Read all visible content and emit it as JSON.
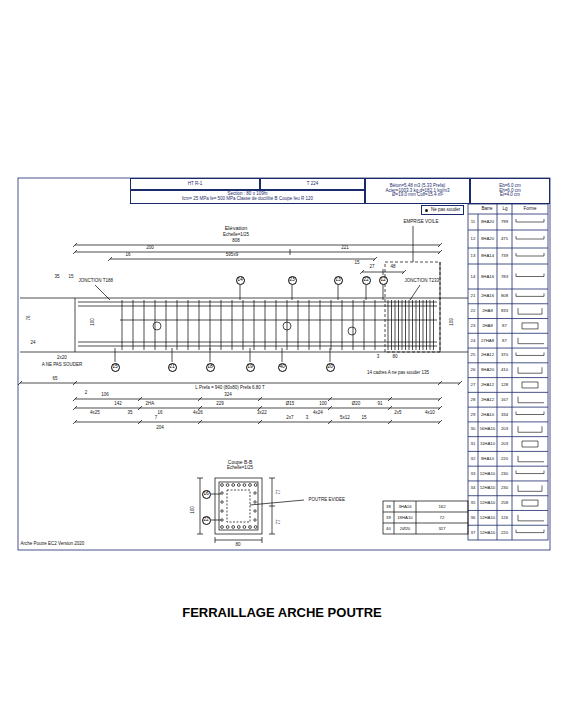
{
  "diagram": {
    "caption": "FERRAILLAGE ARCHE POUTRE",
    "nodes": [
      {
        "text": [
          "HT R-1"
        ]
      },
      {
        "text": [
          "T 224"
        ]
      },
      {
        "text": [
          "Section : 80 x 109ht",
          "fcm= 25 MPa fe= 500 MPa Classe de ductilité B Coupe feu R 120"
        ]
      },
      {
        "text": [
          "Béton=5,48 m3 (5.33 Prefa)",
          "Acier=1003.3 kg d=182.1 kg/m3",
          "Ø=19.0 mm Coff=15.4 m²"
        ]
      },
      {
        "text": [
          "Eb=6.0 cm",
          "Eh=6.0 cm",
          "Ei=4.0 cm"
        ]
      },
      {
        "text": [
          "14"
        ]
      },
      {
        "text": [
          "23"
        ]
      },
      {
        "text": [
          "13"
        ]
      },
      {
        "text": [
          "22"
        ]
      },
      {
        "text": [
          "12"
        ]
      },
      {
        "text": [
          "15"
        ]
      },
      {
        "text": [
          "21"
        ]
      },
      {
        "text": [
          "18"
        ]
      },
      {
        "text": [
          "19"
        ]
      },
      {
        "text": [
          "40"
        ]
      },
      {
        "text": [
          "20"
        ]
      },
      {
        "text": [
          "16"
        ]
      },
      {
        "text": [
          "22"
        ]
      }
    ],
    "labels": [
      "Elévation",
      "Echelle=1/25",
      "808",
      "200",
      "221",
      "16",
      "595x9",
      "15",
      "EMPRISE VOILE",
      "27",
      "48",
      "35",
      "15",
      "JONCTION T188",
      "JONCTION T233",
      "76",
      "100",
      "109",
      "24",
      "3",
      "80",
      "2x20",
      "A NE PAS SOUDER",
      "14 cadres A ne pas souder 135",
      "65",
      "L Prefa = 940 (80x80) Prefa 6.80 T",
      "2",
      "106",
      "324",
      "142",
      "2HA",
      "229",
      "Ø15",
      "100",
      "Ø20",
      "91",
      "4x25",
      "35",
      "16",
      "4x26",
      "3x22",
      "4x24",
      "2x5",
      "4x10",
      "7",
      "2x7",
      "3",
      "5x12",
      "15",
      "204",
      "Coupe B-B",
      "Echelle=1/25",
      "100",
      "77",
      "77",
      "POUTRE EVIDEE",
      "80",
      "Arche Poutre EC2 Version 2020",
      "38",
      "3HA16",
      "162",
      "39",
      "18HA10",
      "72",
      "40",
      "2Ø20",
      "327",
      "Barre",
      "Lg",
      "Forme",
      "11",
      "8HA20",
      "799",
      "12",
      "8HA20",
      "475",
      "13",
      "8HA14",
      "739",
      "14",
      "8HA16",
      "783",
      "21",
      "2HA16",
      "808",
      "22",
      "2HA8",
      "833",
      "23",
      "2HA8",
      "87",
      "24",
      "27HA8",
      "87",
      "25",
      "2HA12",
      "370",
      "26",
      "8HA20",
      "410",
      "27",
      "2HA12",
      "128",
      "28",
      "2HA12",
      "167",
      "29",
      "2HA10",
      "334",
      "30",
      "56HA10",
      "203",
      "31",
      "11HA10",
      "203",
      "32",
      "8HA10",
      "220",
      "33",
      "12HA10",
      "230",
      "34",
      "12HA10",
      "230",
      "35",
      "12HA10",
      "258",
      "36",
      "12HA10",
      "126",
      "37",
      "12HA10",
      "220"
    ],
    "legend": [
      {
        "text": "Ne pas souder",
        "color": "#1a1a1a"
      }
    ]
  }
}
